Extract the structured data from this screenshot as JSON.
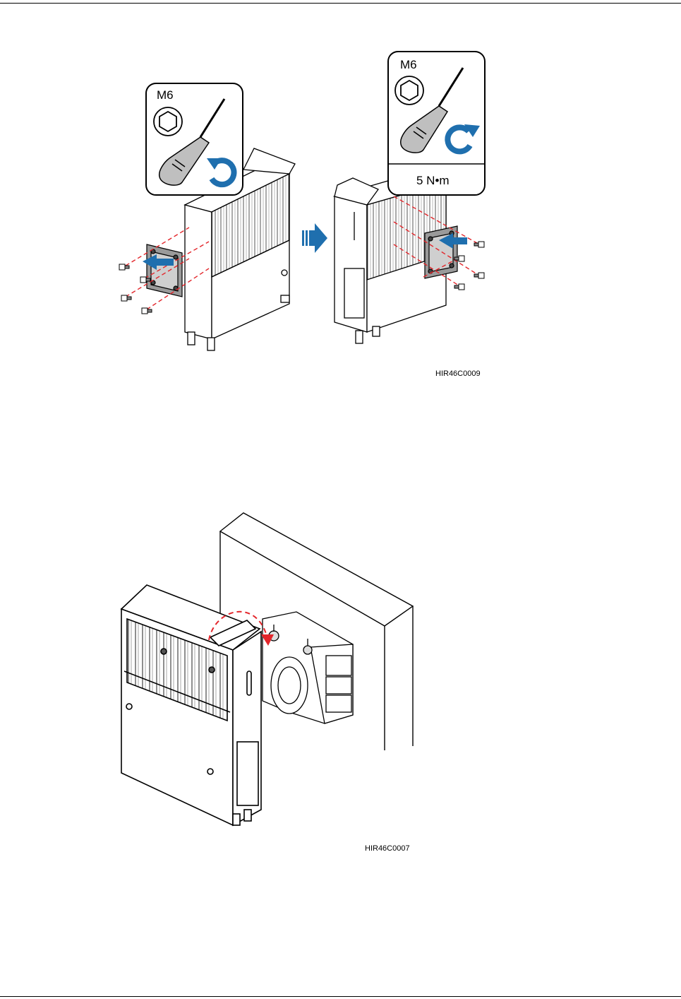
{
  "figure1": {
    "code": "HIR46C0009",
    "callout_left": {
      "bolt": "M6"
    },
    "callout_right": {
      "bolt": "M6",
      "torque": "5 N•m"
    },
    "colors": {
      "arrow": "#1f6fae",
      "dash": "#e3262b",
      "line": "#000000"
    }
  },
  "figure2": {
    "code": "HIR46C0007",
    "colors": {
      "dash": "#e3262b",
      "line": "#000000"
    }
  }
}
